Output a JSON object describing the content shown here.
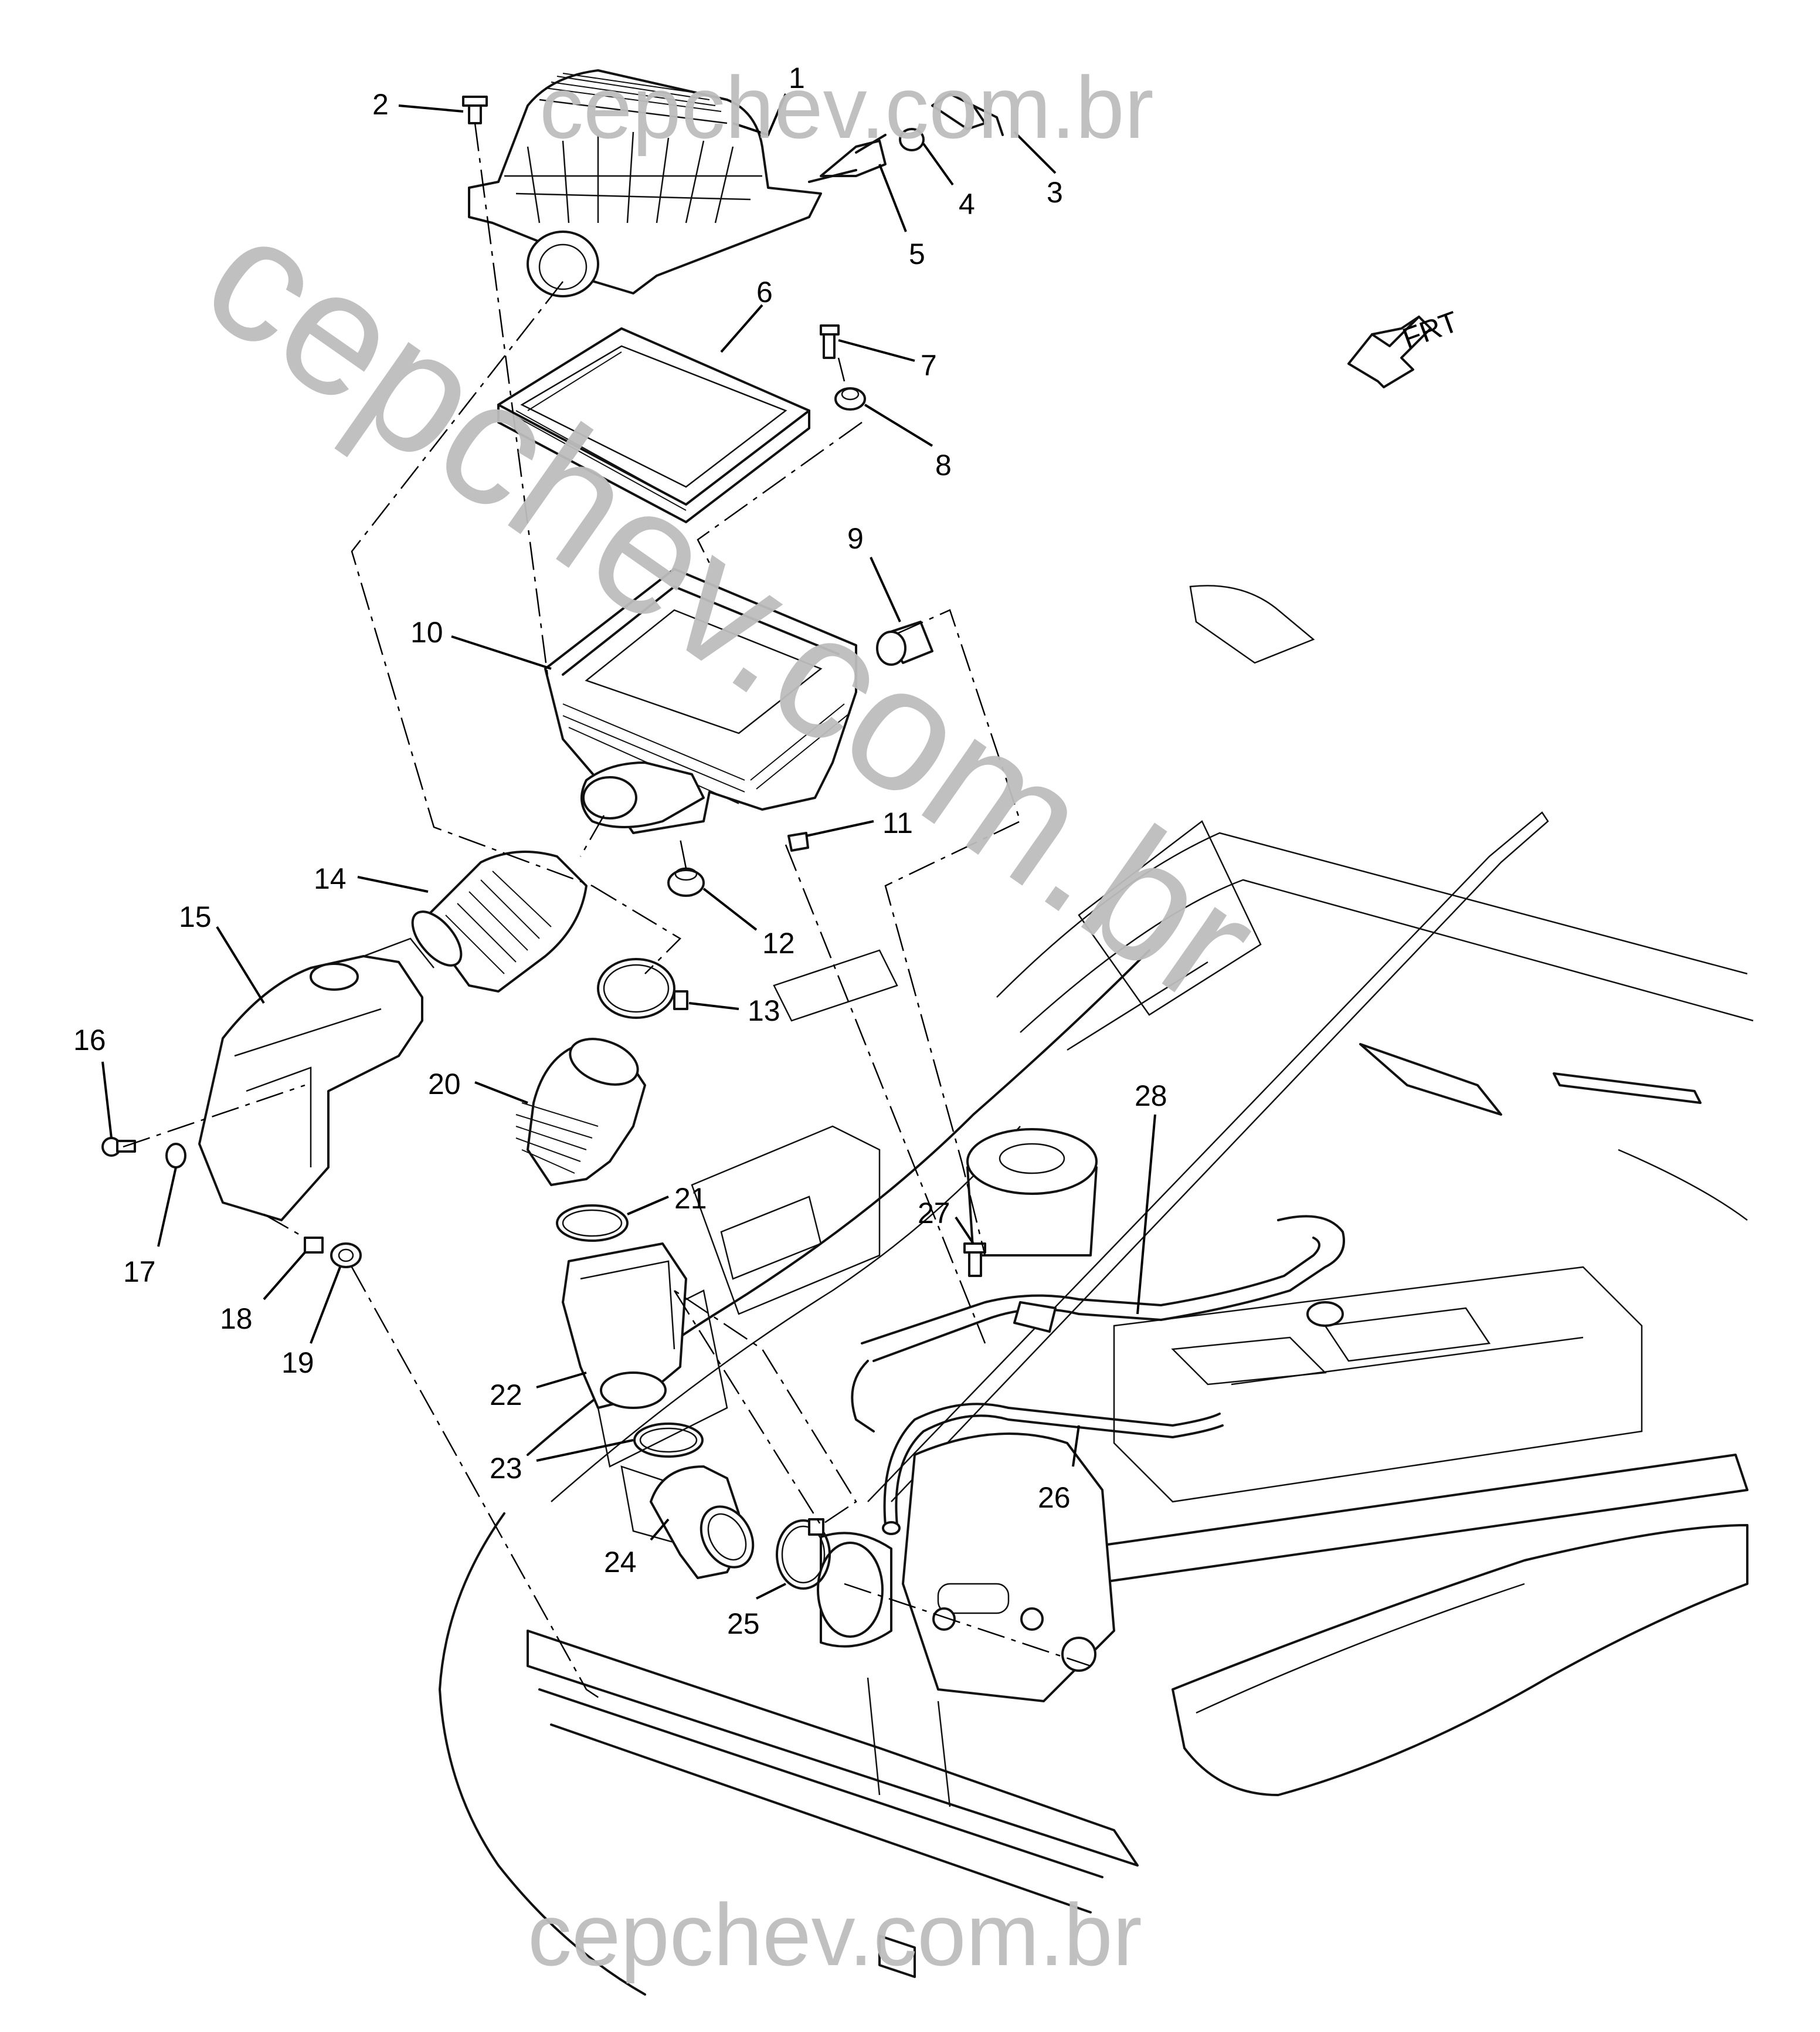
{
  "watermark": {
    "top": "cepchev.com.br",
    "bottom": "cepchev.com.br",
    "diagonal": "cepchev.com.br"
  },
  "orientation": {
    "label": "FRT",
    "icon": "front-direction-arrow-icon"
  },
  "callouts": [
    {
      "id": "1",
      "label": "1"
    },
    {
      "id": "2",
      "label": "2"
    },
    {
      "id": "3",
      "label": "3"
    },
    {
      "id": "4",
      "label": "4"
    },
    {
      "id": "5",
      "label": "5"
    },
    {
      "id": "6",
      "label": "6"
    },
    {
      "id": "7",
      "label": "7"
    },
    {
      "id": "8",
      "label": "8"
    },
    {
      "id": "9",
      "label": "9"
    },
    {
      "id": "10",
      "label": "10"
    },
    {
      "id": "11",
      "label": "11"
    },
    {
      "id": "12",
      "label": "12"
    },
    {
      "id": "13",
      "label": "13"
    },
    {
      "id": "14",
      "label": "14"
    },
    {
      "id": "15",
      "label": "15"
    },
    {
      "id": "16",
      "label": "16"
    },
    {
      "id": "17",
      "label": "17"
    },
    {
      "id": "18",
      "label": "18"
    },
    {
      "id": "19",
      "label": "19"
    },
    {
      "id": "20",
      "label": "20"
    },
    {
      "id": "21",
      "label": "21"
    },
    {
      "id": "22",
      "label": "22"
    },
    {
      "id": "23",
      "label": "23"
    },
    {
      "id": "24",
      "label": "24"
    },
    {
      "id": "25",
      "label": "25"
    },
    {
      "id": "26",
      "label": "26"
    },
    {
      "id": "27",
      "label": "27"
    },
    {
      "id": "28",
      "label": "28"
    }
  ]
}
